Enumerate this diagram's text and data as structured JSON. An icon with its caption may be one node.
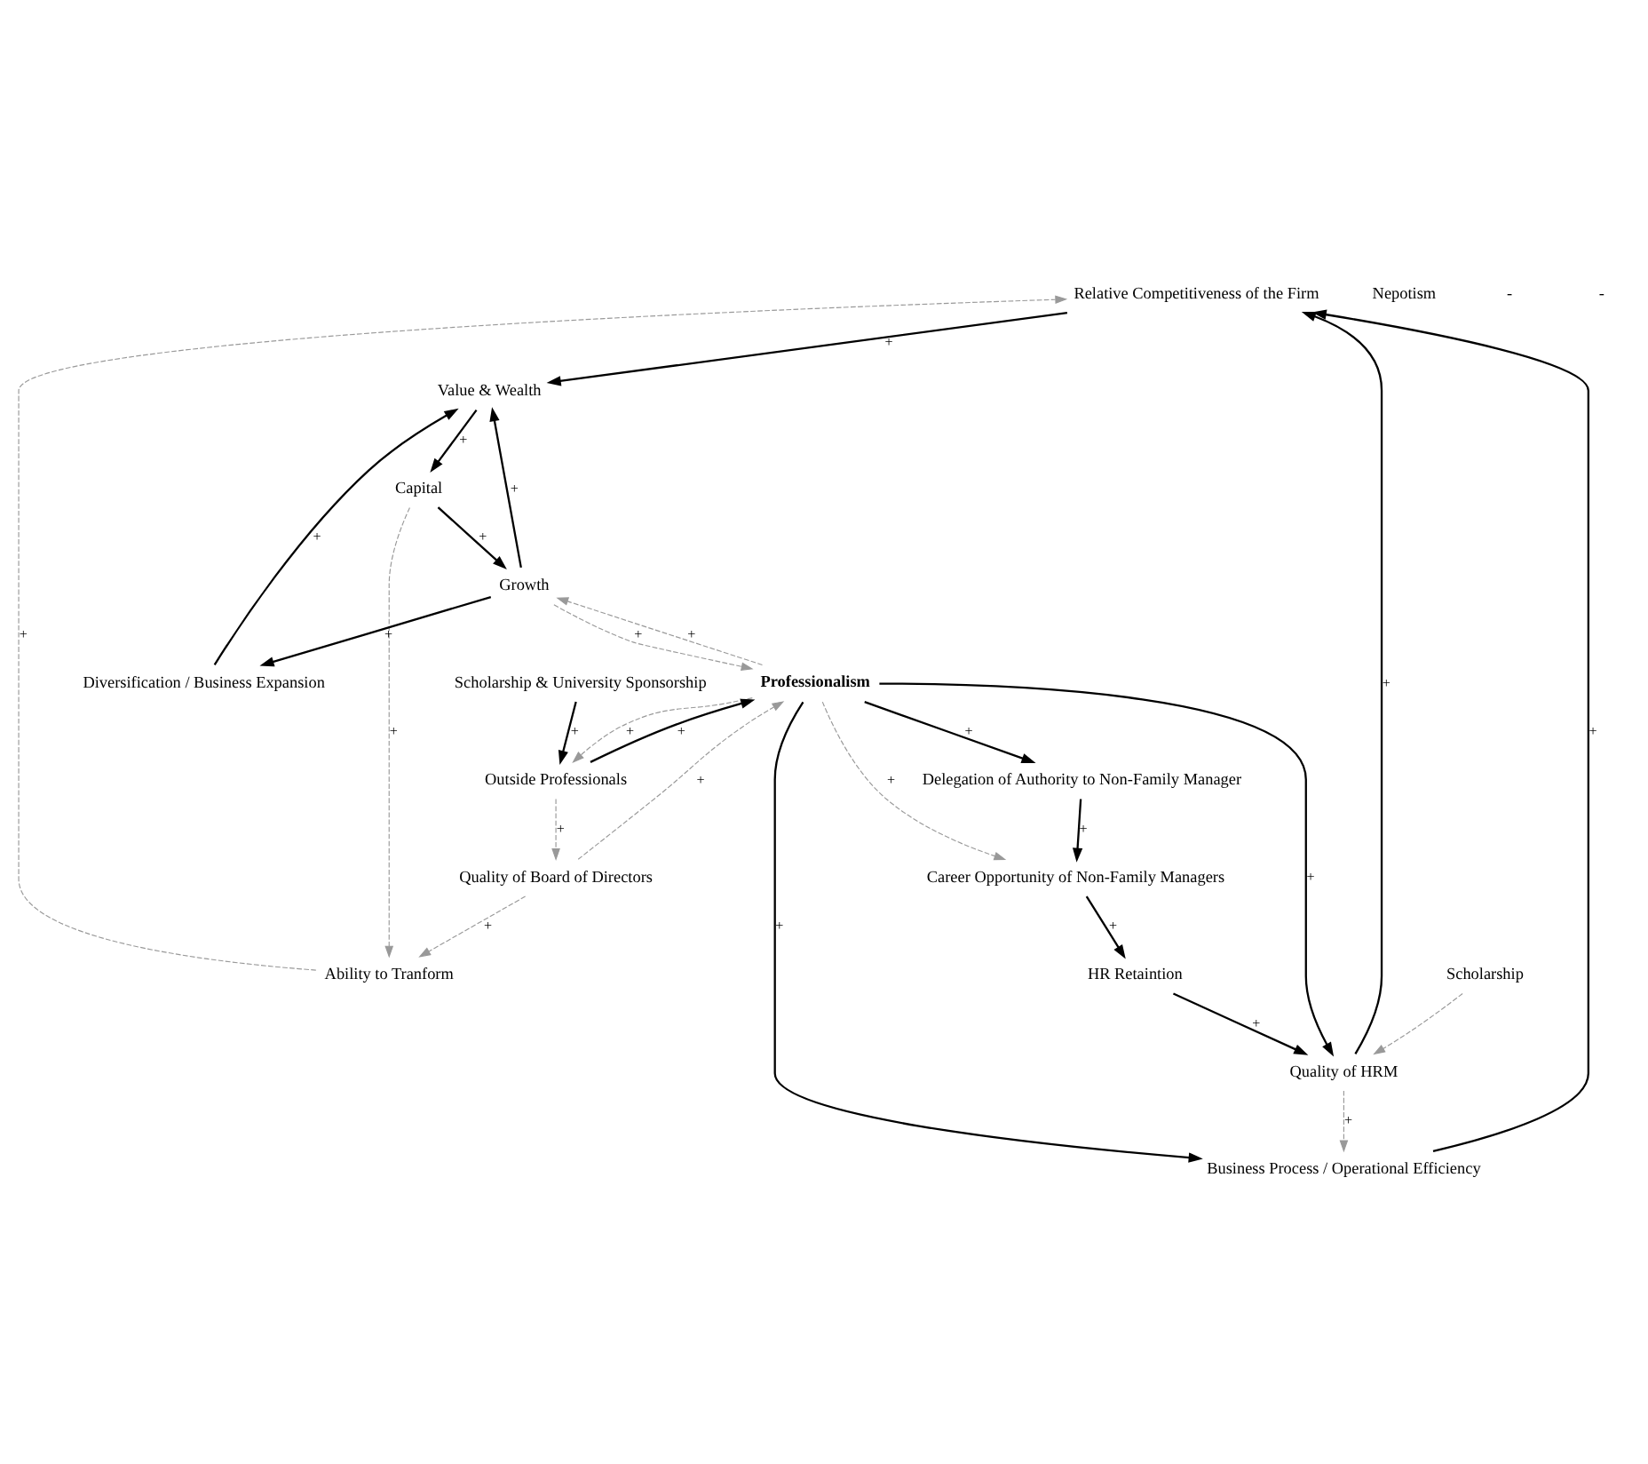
{
  "diagram": {
    "nodes": [
      {
        "text": [
          "Relative Competitiveness of the Firm"
        ]
      },
      {
        "text": [
          "Diversification / Business Expansion"
        ]
      },
      {
        "text": [
          "Value & Wealth"
        ]
      },
      {
        "text": [
          "Ability to Tranform"
        ]
      },
      {
        "text": [
          "Capital"
        ]
      },
      {
        "text": [
          "Scholarship"
        ]
      },
      {
        "text": [
          "Business Process / Operational Efficiency"
        ]
      },
      {
        "text": [
          "Growth"
        ]
      },
      {
        "text": [
          "Quality of HRM"
        ]
      },
      {
        "text": [
          "Professionalism"
        ]
      },
      {
        "text": [
          "HR Retaintion"
        ]
      },
      {
        "text": [
          "Quality of Board of Directors"
        ]
      },
      {
        "text": [
          "Career Opportunity of Non-Family Managers"
        ]
      },
      {
        "text": [
          "Outside Professionals"
        ]
      },
      {
        "text": [
          "Delegation of Authority to Non-Family Manager"
        ]
      },
      {
        "text": [
          "Scholarship & University Sponsorship"
        ]
      },
      {
        "text": [
          "Nepotism"
        ]
      }
    ],
    "edges": [
      {
        "from": 8,
        "to": 0,
        "arrow": "to",
        "label": "+"
      },
      {
        "from": 6,
        "to": 0,
        "arrow": "to",
        "label": "+"
      },
      {
        "from": 3,
        "to": 0,
        "arrow": "to",
        "label": "+",
        "style": "dashed",
        "color": "#999999"
      },
      {
        "from": 0,
        "to": 2,
        "arrow": "to",
        "label": "+"
      },
      {
        "from": 1,
        "to": 2,
        "arrow": "to",
        "label": "+"
      },
      {
        "from": 7,
        "to": 2,
        "arrow": "to",
        "label": "+"
      },
      {
        "from": 7,
        "to": 1,
        "arrow": "to",
        "label": "+"
      },
      {
        "from": 2,
        "to": 4,
        "arrow": "to",
        "label": "+"
      },
      {
        "from": 4,
        "to": 7,
        "arrow": "to",
        "label": "+"
      },
      {
        "from": 4,
        "to": 3,
        "arrow": "to",
        "label": "+",
        "style": "dashed",
        "color": "#999999"
      },
      {
        "from": 11,
        "to": 3,
        "arrow": "to",
        "label": "+",
        "style": "dashed",
        "color": "#999999"
      },
      {
        "from": 5,
        "to": 8,
        "arrow": "to",
        "style": "dashed",
        "color": "#999999"
      },
      {
        "from": 8,
        "to": 6,
        "arrow": "to",
        "label": "+",
        "style": "dashed",
        "color": "#999999"
      },
      {
        "from": 9,
        "to": 6,
        "arrow": "to",
        "label": "+"
      },
      {
        "from": 9,
        "to": 8,
        "arrow": "to",
        "label": "+"
      },
      {
        "from": 9,
        "to": 7,
        "arrow": "to",
        "label": "+",
        "style": "dashed",
        "color": "#999999"
      },
      {
        "from": 7,
        "to": 9,
        "arrow": "to",
        "label": "+",
        "style": "dashed",
        "color": "#999999"
      },
      {
        "from": 11,
        "to": 9,
        "arrow": "to",
        "label": "+",
        "style": "dashed",
        "color": "#999999"
      },
      {
        "from": 10,
        "to": 8,
        "arrow": "to",
        "label": "+"
      },
      {
        "from": 12,
        "to": 10,
        "arrow": "to",
        "label": "+"
      },
      {
        "from": 9,
        "to": 12,
        "arrow": "to",
        "label": "+",
        "style": "dashed",
        "color": "#999999"
      },
      {
        "from": 9,
        "to": 13,
        "arrow": "to",
        "label": "+",
        "style": "dashed",
        "color": "#999999"
      },
      {
        "from": 13,
        "to": 9,
        "arrow": "to",
        "label": "+"
      },
      {
        "from": 13,
        "to": 11,
        "arrow": "to",
        "label": "+",
        "style": "dashed",
        "color": "#999999"
      },
      {
        "from": 9,
        "to": 14,
        "arrow": "to",
        "label": "+"
      },
      {
        "from": 14,
        "to": 12,
        "arrow": "to",
        "label": "+"
      },
      {
        "from": 15,
        "to": 13,
        "arrow": "to",
        "label": "+"
      }
    ],
    "labels": [
      "-",
      "-"
    ]
  }
}
